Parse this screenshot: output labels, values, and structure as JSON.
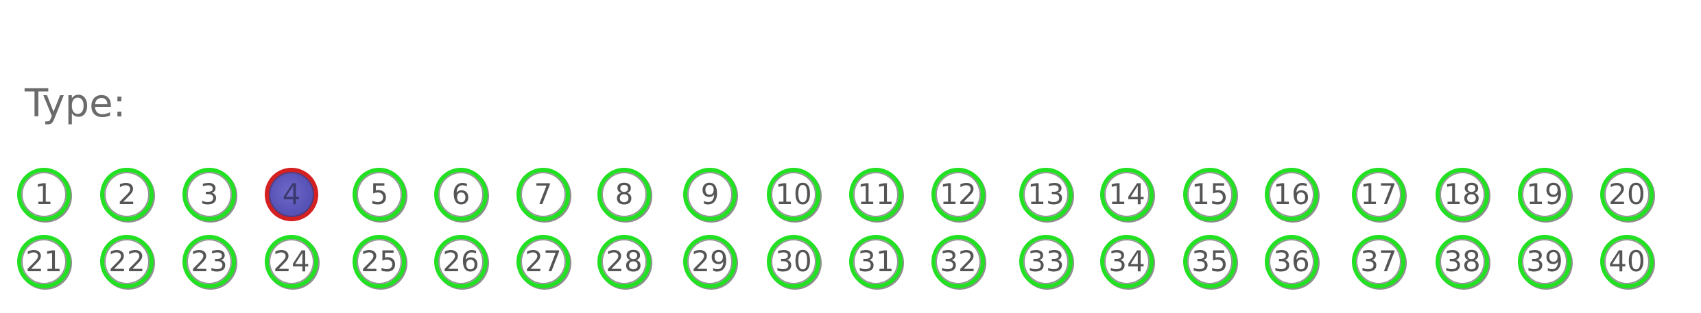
{
  "form": {
    "label": "Type:",
    "selected": 4,
    "options": [
      {
        "label": "1"
      },
      {
        "label": "2"
      },
      {
        "label": "3"
      },
      {
        "label": "4"
      },
      {
        "label": "5"
      },
      {
        "label": "6"
      },
      {
        "label": "7"
      },
      {
        "label": "8"
      },
      {
        "label": "9"
      },
      {
        "label": "10"
      },
      {
        "label": "11"
      },
      {
        "label": "12"
      },
      {
        "label": "13"
      },
      {
        "label": "14"
      },
      {
        "label": "15"
      },
      {
        "label": "16"
      },
      {
        "label": "17"
      },
      {
        "label": "18"
      },
      {
        "label": "19"
      },
      {
        "label": "20"
      },
      {
        "label": "21"
      },
      {
        "label": "22"
      },
      {
        "label": "23"
      },
      {
        "label": "24"
      },
      {
        "label": "25"
      },
      {
        "label": "26"
      },
      {
        "label": "27"
      },
      {
        "label": "28"
      },
      {
        "label": "29"
      },
      {
        "label": "30"
      },
      {
        "label": "31"
      },
      {
        "label": "32"
      },
      {
        "label": "33"
      },
      {
        "label": "34"
      },
      {
        "label": "35"
      },
      {
        "label": "36"
      },
      {
        "label": "37"
      },
      {
        "label": "38"
      },
      {
        "label": "39"
      },
      {
        "label": "40"
      }
    ]
  },
  "colors": {
    "ring": "#22e022",
    "selected_fill": "#5954b8",
    "selected_ring": "#d42020",
    "label_text": "#6b6b6b"
  }
}
